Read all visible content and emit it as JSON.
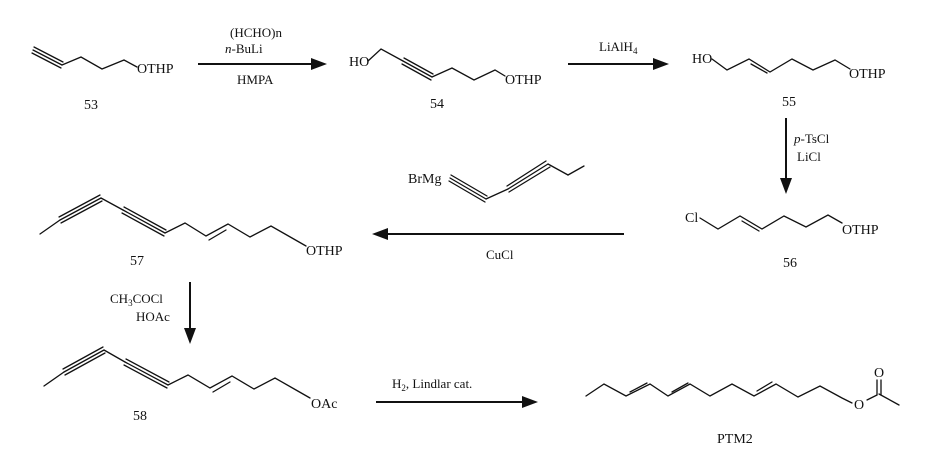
{
  "compounds": {
    "c53": {
      "label": "53",
      "group": "OTHP"
    },
    "c54": {
      "label": "54",
      "left": "HO",
      "group": "OTHP"
    },
    "c55": {
      "label": "55",
      "left": "HO",
      "group": "OTHP"
    },
    "c56": {
      "label": "56",
      "left": "Cl",
      "group": "OTHP"
    },
    "c57": {
      "label": "57",
      "group": "OTHP"
    },
    "c58": {
      "label": "58",
      "group": "OAc"
    },
    "ptm2": {
      "label": "PTM2",
      "carbonyl_o": "O",
      "ester_o": "O"
    },
    "grignard": {
      "group": "BrMg"
    }
  },
  "steps": {
    "s1": {
      "above1": "(HCHO)n",
      "above2_prefix": "n",
      "above2_suffix": "-BuLi",
      "below": "HMPA"
    },
    "s2": {
      "above_main": "LiAlH",
      "above_sub": "4"
    },
    "s3": {
      "line1_prefix": "p",
      "line1_suffix": "-TsCl",
      "line2": "LiCl"
    },
    "s4": {
      "below": "CuCl"
    },
    "s5": {
      "line1_a": "CH",
      "line1_sub": "3",
      "line1_b": "COCl",
      "line2": "HOAc"
    },
    "s6": {
      "above_a": "H",
      "above_sub": "2",
      "above_b": ", Lindlar cat."
    }
  }
}
